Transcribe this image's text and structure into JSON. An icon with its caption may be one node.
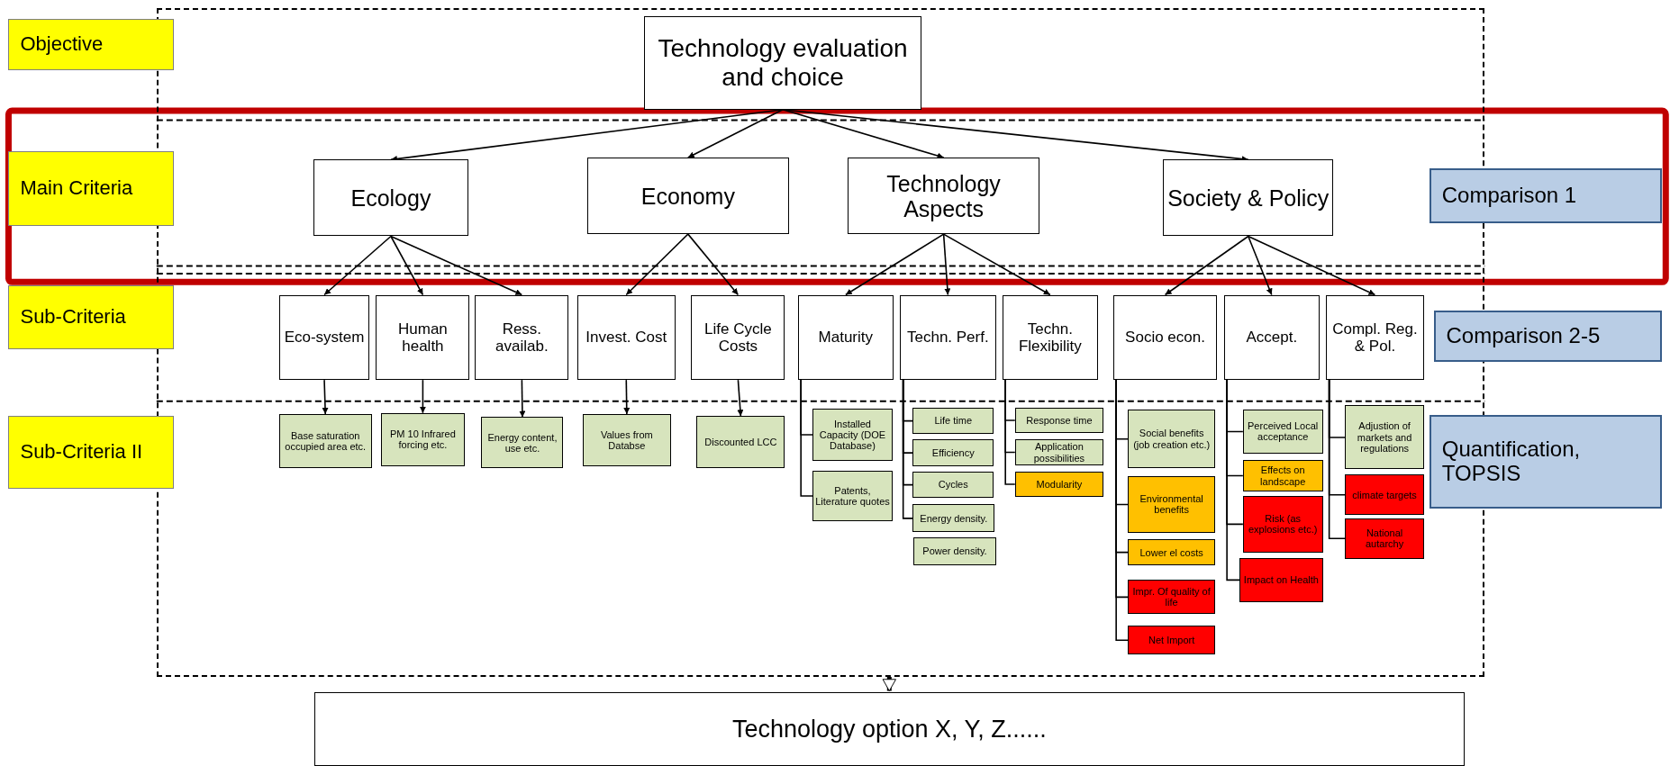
{
  "diagram": {
    "nodes": [
      {
        "text": [
          "Objective"
        ]
      },
      {
        "text": [],
        "shape": "box"
      },
      {
        "text": [
          "Technology evaluation and choice"
        ],
        "in": 1
      },
      {
        "text": [
          "Main Criteria"
        ]
      },
      {
        "text": [
          "Ecology"
        ],
        "in": 1
      },
      {
        "text": [
          "Economy"
        ],
        "in": 1
      },
      {
        "text": [
          "Technology Aspects"
        ],
        "in": 1
      },
      {
        "text": [
          "Society & Policy"
        ],
        "in": 1
      },
      {
        "text": [
          "Comparison 1"
        ]
      },
      {
        "text": [
          "Sub-Criteria"
        ]
      },
      {
        "text": [
          "Eco-system"
        ],
        "in": 1
      },
      {
        "text": [
          "Human health"
        ],
        "in": 1
      },
      {
        "text": [
          "Ress. availab."
        ],
        "in": 1
      },
      {
        "text": [
          "Invest. Cost"
        ],
        "in": 1
      },
      {
        "text": [
          "Life Cycle Costs"
        ],
        "in": 1
      },
      {
        "text": [
          "Maturity"
        ],
        "in": 1
      },
      {
        "text": [
          "Techn. Perf."
        ],
        "in": 1
      },
      {
        "text": [
          "Techn. Flexibility"
        ],
        "in": 1
      },
      {
        "text": [
          "Socio econ."
        ],
        "in": 1
      },
      {
        "text": [
          "Accept."
        ],
        "in": 1
      },
      {
        "text": [
          "Compl. Reg. & Pol."
        ],
        "in": 1
      },
      {
        "text": [
          "Comparison 2-5"
        ]
      },
      {
        "text": [
          "Sub-Criteria II"
        ]
      },
      {
        "text": [
          "Base saturation occupied area etc."
        ],
        "in": 1
      },
      {
        "text": [
          "PM 10 Infrared forcing etc."
        ],
        "in": 1
      },
      {
        "text": [
          "Energy content, use etc."
        ],
        "in": 1
      },
      {
        "text": [
          "Values from Databse"
        ],
        "in": 1
      },
      {
        "text": [
          "Discounted LCC"
        ],
        "in": 1
      },
      {
        "text": [
          "Installed Capacity (DOE Database)"
        ],
        "in": 1
      },
      {
        "text": [
          "Patents, Literature quotes"
        ],
        "in": 1
      },
      {
        "text": [
          "Life time"
        ],
        "in": 1
      },
      {
        "text": [
          "Efficiency"
        ],
        "in": 1
      },
      {
        "text": [
          "Cycles"
        ],
        "in": 1
      },
      {
        "text": [
          "Energy density."
        ],
        "in": 1
      },
      {
        "text": [
          "Power density."
        ],
        "in": 1
      },
      {
        "text": [
          "Response time"
        ],
        "in": 1
      },
      {
        "text": [
          "Application possibilities"
        ],
        "in": 1
      },
      {
        "text": [
          "Modularity"
        ],
        "in": 1
      },
      {
        "text": [
          "Social benefits (job creation etc.)"
        ],
        "in": 1
      },
      {
        "text": [
          "Environmental benefits"
        ],
        "in": 1
      },
      {
        "text": [
          "Lower el costs"
        ],
        "in": 1
      },
      {
        "text": [
          "Impr. Of quality of life"
        ],
        "in": 1
      },
      {
        "text": [
          "Net Import"
        ],
        "in": 1
      },
      {
        "text": [
          "Perceived Local acceptance"
        ],
        "in": 1
      },
      {
        "text": [
          "Effects on landscape"
        ],
        "in": 1
      },
      {
        "text": [
          "Risk (as explosions etc.)"
        ],
        "in": 1
      },
      {
        "text": [
          "Impact on Health"
        ],
        "in": 1
      },
      {
        "text": [
          "Adjustion of markets and regulations"
        ],
        "in": 1
      },
      {
        "text": [
          "climate targets"
        ],
        "in": 1
      },
      {
        "text": [
          "National autarchy"
        ],
        "in": 1
      },
      {
        "text": [
          "Quantification, TOPSIS"
        ]
      },
      {
        "text": [
          "Technology option X, Y, Z......"
        ]
      }
    ],
    "edges": [
      {
        "from": 2,
        "to": 4,
        "arrow": "to"
      },
      {
        "from": 2,
        "to": 5,
        "arrow": "to"
      },
      {
        "from": 2,
        "to": 6,
        "arrow": "to"
      },
      {
        "from": 2,
        "to": 7,
        "arrow": "to"
      },
      {
        "from": 4,
        "to": 10,
        "arrow": "to"
      },
      {
        "from": 4,
        "to": 11,
        "arrow": "to"
      },
      {
        "from": 4,
        "to": 12,
        "arrow": "to"
      },
      {
        "from": 5,
        "to": 13,
        "arrow": "to"
      },
      {
        "from": 5,
        "to": 14,
        "arrow": "to"
      },
      {
        "from": 6,
        "to": 15,
        "arrow": "to"
      },
      {
        "from": 6,
        "to": 16,
        "arrow": "to"
      },
      {
        "from": 6,
        "to": 17,
        "arrow": "to"
      },
      {
        "from": 7,
        "to": 18,
        "arrow": "to"
      },
      {
        "from": 7,
        "to": 19,
        "arrow": "to"
      },
      {
        "from": 7,
        "to": 20,
        "arrow": "to"
      },
      {
        "from": 10,
        "to": 23,
        "arrow": "to"
      },
      {
        "from": 11,
        "to": 24,
        "arrow": "to"
      },
      {
        "from": 12,
        "to": 25,
        "arrow": "to"
      },
      {
        "from": 13,
        "to": 26,
        "arrow": "to"
      },
      {
        "from": 14,
        "to": 27,
        "arrow": "to"
      },
      {
        "from": 15,
        "to": 28,
        "arrow": "none"
      },
      {
        "from": 15,
        "to": 29,
        "arrow": "none"
      },
      {
        "from": 16,
        "to": 30,
        "arrow": "none"
      },
      {
        "from": 16,
        "to": 31,
        "arrow": "none"
      },
      {
        "from": 16,
        "to": 32,
        "arrow": "none"
      },
      {
        "from": 16,
        "to": 33,
        "arrow": "none"
      },
      {
        "from": 17,
        "to": 35,
        "arrow": "none"
      },
      {
        "from": 17,
        "to": 36,
        "arrow": "none"
      },
      {
        "from": 17,
        "to": 37,
        "arrow": "none"
      },
      {
        "from": 18,
        "to": 38,
        "arrow": "none"
      },
      {
        "from": 18,
        "to": 39,
        "arrow": "none"
      },
      {
        "from": 18,
        "to": 40,
        "arrow": "none"
      },
      {
        "from": 18,
        "to": 41,
        "arrow": "none"
      },
      {
        "from": 18,
        "to": 42,
        "arrow": "none"
      },
      {
        "from": 19,
        "to": 43,
        "arrow": "none"
      },
      {
        "from": 19,
        "to": 44,
        "arrow": "none"
      },
      {
        "from": 19,
        "to": 45,
        "arrow": "none"
      },
      {
        "from": 19,
        "to": 46,
        "arrow": "none"
      },
      {
        "from": 20,
        "to": 47,
        "arrow": "none"
      },
      {
        "from": 20,
        "to": 48,
        "arrow": "none"
      },
      {
        "from": 20,
        "to": 49,
        "arrow": "none"
      },
      {
        "from": 1,
        "to": 51,
        "arrow": "to",
        "style": "thick"
      }
    ]
  }
}
